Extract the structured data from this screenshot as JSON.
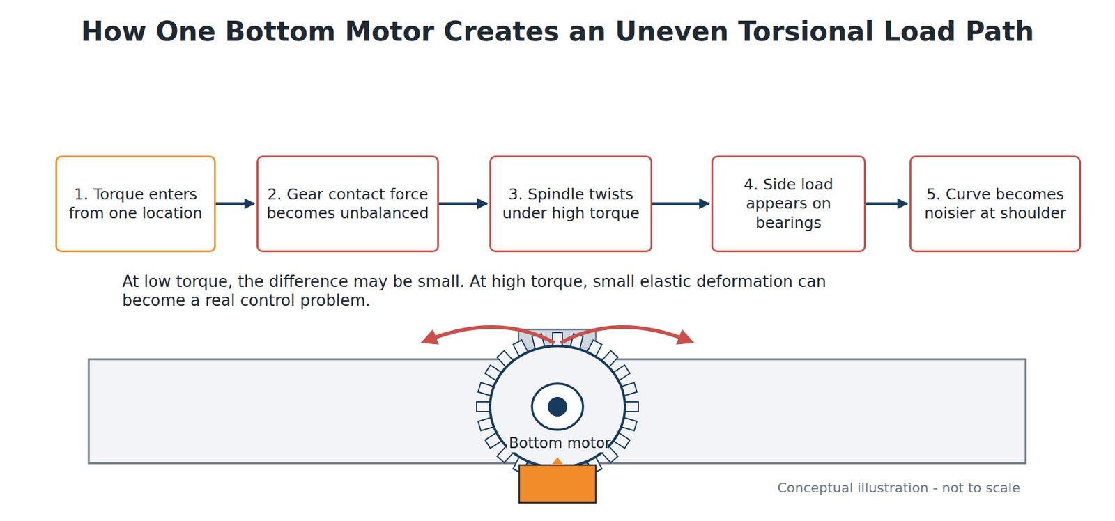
{
  "diagram": {
    "title": "How One Bottom Motor Creates an Uneven Torsional Load Path",
    "caption": "Conceptual illustration - not to scale",
    "nodes": [
      {
        "text": [
          "1. Torque enters from one location"
        ]
      },
      {
        "text": [
          "2. Gear contact force becomes unbalanced"
        ]
      },
      {
        "text": [
          "3. Spindle twists under high torque"
        ]
      },
      {
        "text": [
          "4. Side load appears on bearings"
        ]
      },
      {
        "text": [
          "5. Curve becomes noisier at shoulder"
        ]
      }
    ],
    "edges": [
      {
        "from": 0,
        "to": 1,
        "arrow": "to"
      },
      {
        "from": 1,
        "to": 2,
        "arrow": "to"
      },
      {
        "from": 2,
        "to": 3,
        "arrow": "to"
      },
      {
        "from": 3,
        "to": 4,
        "arrow": "to"
      }
    ],
    "labels": [
      "At low torque, the difference may be small. At high torque, small elastic deformation can become a real control problem.",
      "Bottom motor"
    ]
  }
}
